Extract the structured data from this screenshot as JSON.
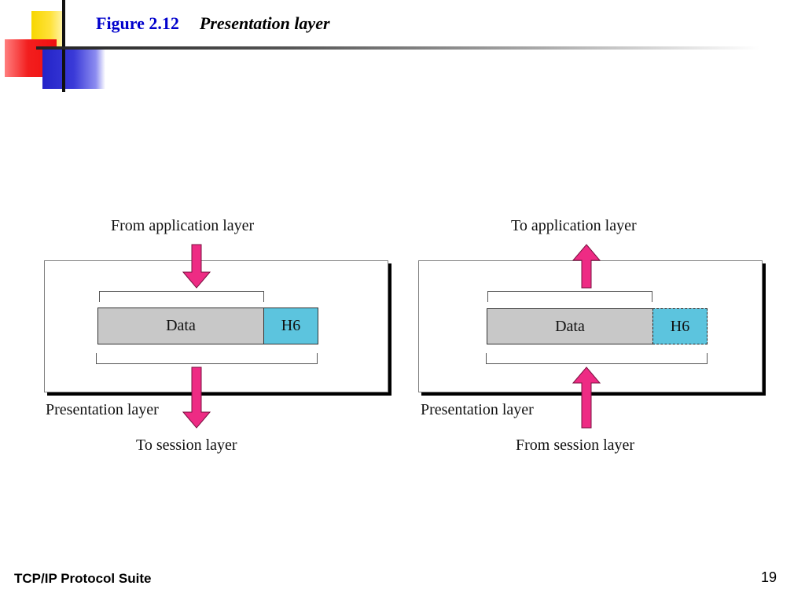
{
  "header": {
    "figure_number": "Figure 2.12",
    "figure_title": "Presentation layer"
  },
  "diagram": {
    "left": {
      "top_label": "From application layer",
      "bottom_label": "To session layer",
      "layer_label": "Presentation layer",
      "data_label": "Data",
      "header_label": "H6",
      "arrow_direction": "down"
    },
    "right": {
      "top_label": "To application layer",
      "bottom_label": "From session layer",
      "layer_label": "Presentation layer",
      "data_label": "Data",
      "header_label": "H6",
      "arrow_direction": "up"
    },
    "colors": {
      "arrow": "#ee2b84",
      "data_box": "#c8c8c8",
      "header_box": "#5cc4de"
    }
  },
  "footer": {
    "text": "TCP/IP Protocol Suite",
    "page_number": "19"
  }
}
